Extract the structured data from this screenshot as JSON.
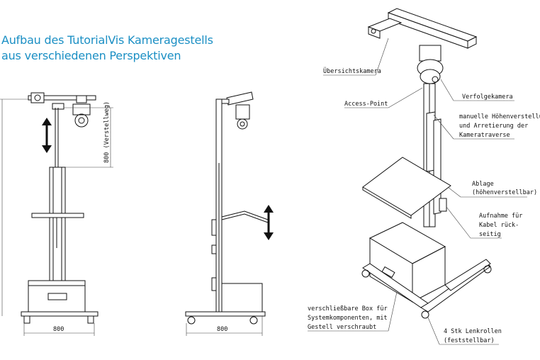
{
  "title": {
    "line1": "Aufbau des TutorialVis Kameragestells",
    "line2": "aus verschiedenen Perspektiven"
  },
  "front_view": {
    "width_dim": "800",
    "height_dim": "800 (Verstellweg)"
  },
  "side_view": {
    "width_dim": "800"
  },
  "iso_labels": {
    "uebersichtskamera": "Übersichtskamera",
    "access_point": "Access-Point",
    "verfolgekamera": "Verfolgekamera",
    "hoehenverstellung_1": "manuelle Höhenverstellun",
    "hoehenverstellung_2": "und Arretierung der",
    "hoehenverstellung_3": "Kameratraverse",
    "ablage_1": "Ablage",
    "ablage_2": "(höhenverstellbar)",
    "aufnahme_1": "Aufnahme für",
    "aufnahme_2": "Kabel rück-",
    "aufnahme_3": "seitig",
    "box_1": "verschließbare Box für",
    "box_2": "Systemkomponenten, mit",
    "box_3": "Gestell verschraubt",
    "rollen_1": "4 Stk Lenkrollen",
    "rollen_2": "(feststellbar)"
  },
  "colors": {
    "title": "#1b8fc4",
    "lines": "#111111"
  }
}
